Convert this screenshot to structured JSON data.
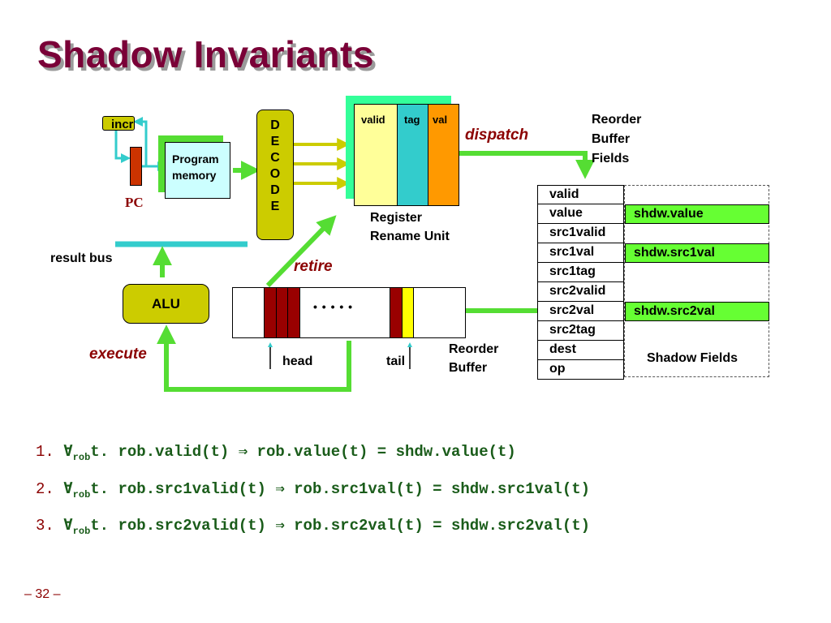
{
  "title": "Shadow Invariants",
  "labels": {
    "incr": "incr",
    "pc": "PC",
    "program_memory": [
      "Program",
      "memory"
    ],
    "decode": [
      "D",
      "E",
      "C",
      "O",
      "D",
      "E"
    ],
    "rru_cols": [
      "valid",
      "tag",
      "val"
    ],
    "register_rename_unit": [
      "Register",
      "Rename Unit"
    ],
    "dispatch": "dispatch",
    "rob_fields_caption": [
      "Reorder",
      "Buffer",
      "Fields"
    ],
    "result_bus": "result bus",
    "retire": "retire",
    "alu": "ALU",
    "execute": "execute",
    "dots": "• • • • •",
    "head": "head",
    "tail": "tail",
    "reorder_buffer": [
      "Reorder",
      "Buffer"
    ],
    "shadow_fields": "Shadow Fields"
  },
  "rob_fields": [
    "valid",
    "value",
    "src1valid",
    "src1val",
    "src1tag",
    "src2valid",
    "src2val",
    "src2tag",
    "dest",
    "op"
  ],
  "shadow_fields": [
    "shdw.value",
    "shdw.src1val",
    "shdw.src2val"
  ],
  "invariants": [
    {
      "num": "1.",
      "forall": "∀",
      "sub": "rob",
      "text": "t. rob.valid(t) ⇒ rob.value(t) = shdw.value(t)"
    },
    {
      "num": "2.",
      "forall": "∀",
      "sub": "rob",
      "text": "t. rob.src1valid(t) ⇒ rob.src1val(t) = shdw.src1val(t)"
    },
    {
      "num": "3.",
      "forall": "∀",
      "sub": "rob",
      "text": "t. rob.src2valid(t) ⇒ rob.src2val(t) = shdw.src2val(t)"
    }
  ],
  "page": "– 32 –",
  "colors": {
    "title": "#7a0037",
    "arrow_green": "#55dd33",
    "decode_olive": "#cccc00",
    "rru_yellow": "#ffff99",
    "rru_teal": "#33cccc",
    "rru_orange": "#ff9900",
    "rob_red": "#990000",
    "shadow_green": "#66ff33"
  }
}
